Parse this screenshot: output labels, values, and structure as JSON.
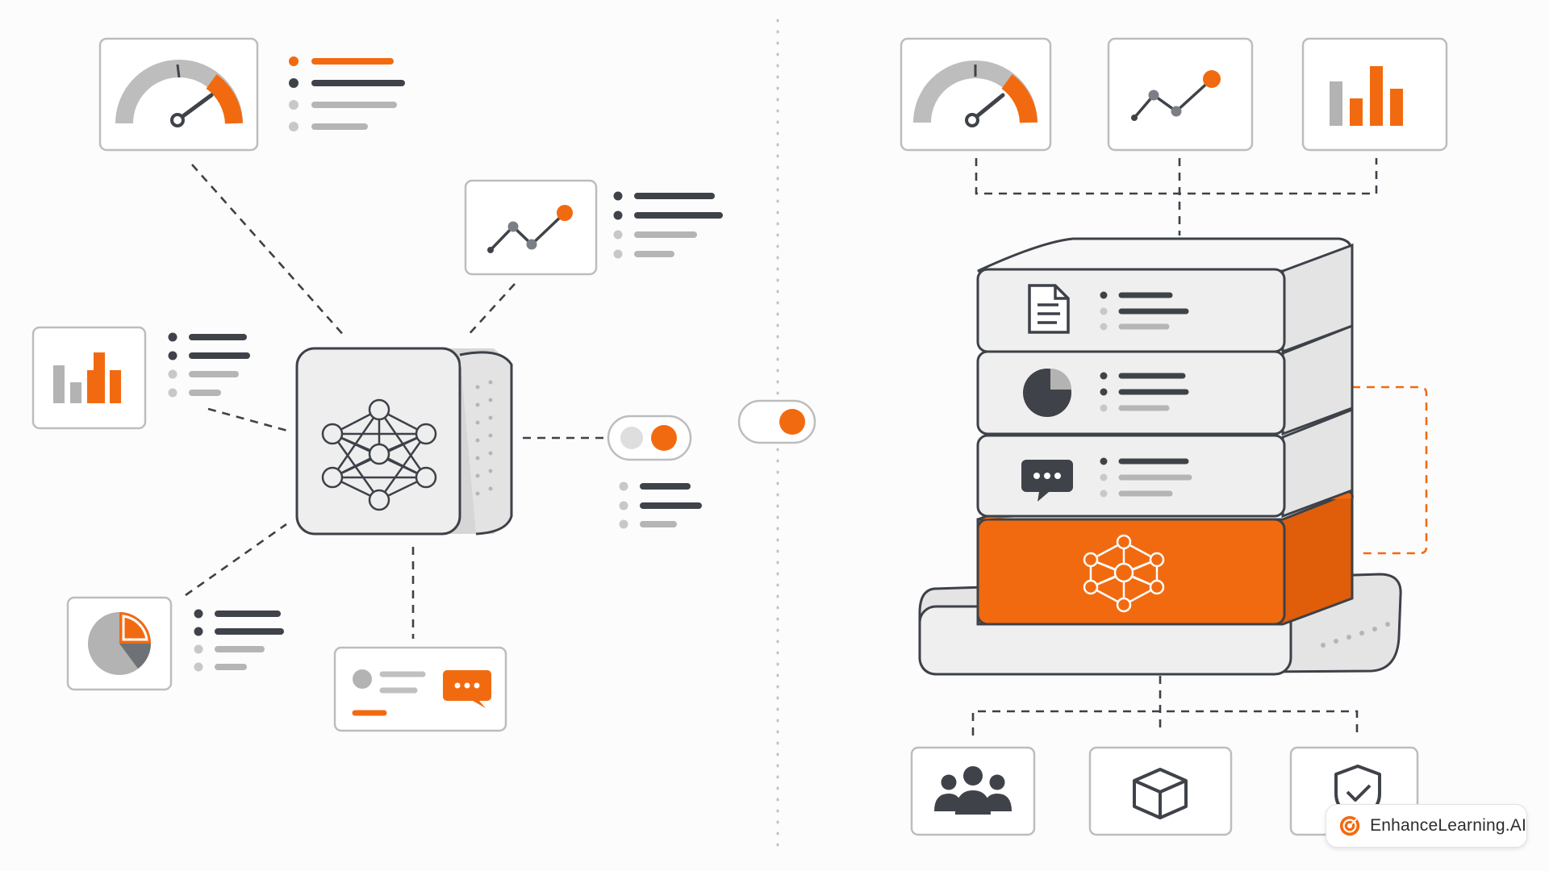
{
  "brand": {
    "name": "EnhanceLearning.AI",
    "logo_icon": "target-icon"
  },
  "colors": {
    "accent": "#f26a10",
    "dark": "#3f4349",
    "mid_gray": "#9a9a9a",
    "light_gray": "#c8c8c8",
    "panel_border": "#bdbdbd",
    "panel_fill": "#ffffff",
    "block_fill": "#eeeeee"
  },
  "left_diagram": {
    "hub_icon": "neural-network-icon",
    "nodes": [
      {
        "id": "gauge",
        "icon": "gauge-icon"
      },
      {
        "id": "line-chart",
        "icon": "line-chart-icon"
      },
      {
        "id": "bar-chart",
        "icon": "bar-chart-icon"
      },
      {
        "id": "toggle",
        "icon": "toggle-icon"
      },
      {
        "id": "pie-chart",
        "icon": "pie-chart-icon"
      },
      {
        "id": "chat",
        "icon": "chat-bubble-icon"
      }
    ]
  },
  "center_toggle": {
    "icon": "toggle-icon",
    "state": "on"
  },
  "right_diagram": {
    "top_panels": [
      "gauge-icon",
      "line-chart-icon",
      "bar-chart-icon"
    ],
    "stack_layers": [
      "document-icon",
      "pie-chart-icon",
      "chat-bubble-icon",
      "neural-network-icon"
    ],
    "bottom_panels": [
      "users-icon",
      "cube-icon",
      "shield-check-icon"
    ]
  }
}
